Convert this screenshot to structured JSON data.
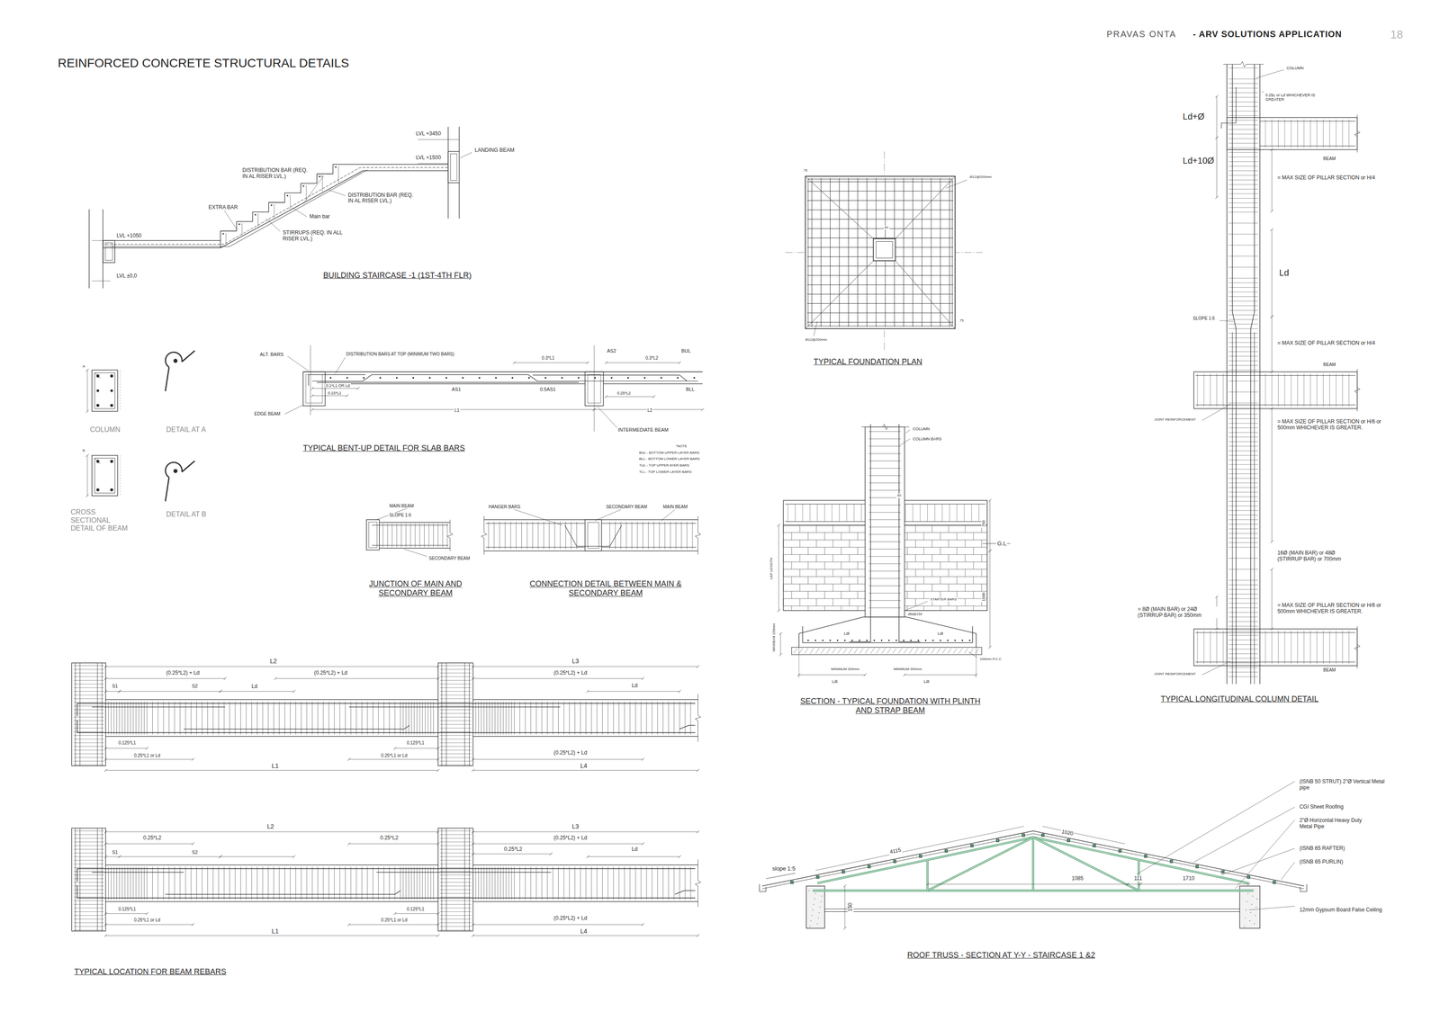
{
  "diagram": {
    "title": "REINFORCED CONCRETE STRUCTURAL DETAILS",
    "labels": [
      "PRAVAS ONTA",
      "- ARV SOLUTIONS APPLICATION",
      "18",
      "LVL +3450",
      "LANDING BEAM",
      "LVL +1500",
      "DISTRIBUTION BAR (REQ. IN AL RISER LVL.)",
      "DISTRIBUTION BAR (REQ. IN AL RISER LVL.)",
      "EXTRA BAR",
      "Main bar",
      "STIRRUPS (REQ. IN ALL RISER LVL.)",
      "LVL +1050",
      "LVL ±0,0",
      "BUILDING STAIRCASE -1 (1ST-4TH FLR)",
      "A",
      "COLUMN",
      "DETAIL AT A",
      "B",
      "CROSS SECTIONAL DETAIL OF BEAM",
      "DETAIL AT B",
      "ALT. BARS",
      "DISTRIBUTION BARS AT TOP (MINIMUM TWO BARS)",
      "0.3*L1",
      "AS2",
      "0.3*L2",
      "BUL",
      "0.1*L1 OR Ld",
      "0.15*L1",
      "AS1",
      "0.5AS1",
      "0.25*L2",
      "BLL",
      "EDGE BEAM",
      "L1",
      "L2",
      "INTERMEDIATE BEAM",
      "TYPICAL BENT-UP DETAIL FOR SLAB BARS",
      "*NOTE",
      "BUL - BOTTOM UPPER LAYER BARS",
      "BLL - BOTTOM LOWER LAYER BARS",
      "TUL - TOP UPPER AYER BARS",
      "TLL - TOP LOWER LAYER BARS",
      "MAIN BEAM",
      "SLOPE 1:6",
      "SECONDARY BEAM",
      "JUNCTION OF MAIN AND SECONDARY BEAM",
      "HANGER BARS",
      "SECONDARY BEAM",
      "MAIN BEAM",
      "CONNECTION DETAIL BETWEEN MAIN & SECONDARY BEAM",
      "L2",
      "L3",
      "(0.25*L2) + Ld",
      "(0.25*L2) + Ld",
      "(0.25*L2) + Ld",
      "S1",
      "S2",
      "Ld",
      "Ld",
      "0.125*L1",
      "0.125*L1",
      "0.25*L1 or Ld",
      "0.25*L1 or Ld",
      "(0.25*L2) + Ld",
      "L1",
      "L4",
      "L2",
      "L3",
      "0.25*L2",
      "0.25*L2",
      "(0.25*L2) + Ld",
      "S1",
      "S2",
      "0.25*L2",
      "Ld",
      "0.125*L1",
      "0.125*L1",
      "0.25*L1 or Ld",
      "0.25*L1 or Ld",
      "(0.25*L2) + Ld",
      "L1",
      "L4",
      "TYPICAL LOCATION FOR BEAM REBARS",
      "75",
      "Ø12@200mm",
      "40",
      "75",
      "Ø12@200mm",
      "TYPICAL FOUNDATION PLAN",
      "COLUMN",
      "COLUMN BARS",
      "40",
      "750",
      "G.L",
      "LAP LENGTH",
      "1500",
      "STARTER BARS",
      "Ø8@150",
      "MINIMUM 150mm",
      "Ldt",
      "Ldt",
      "100mm P.C.C",
      "MINIMUM 300mm",
      "MINIMUM 300mm",
      "Ldt",
      "Ldt",
      "SECTION - TYPICAL FOUNDATION WITH PLINTH AND STRAP BEAM",
      "COLUMN",
      "0.25L or Ld WHICHEVER IS GREATER",
      "Ld+Ø",
      "BEAM",
      "Ld+10Ø",
      "= MAX SIZE OF PILLAR SECTION or H/4",
      "Ld",
      "SLOPE 1:6",
      "= MAX SIZE OF PILLAR SECTION or H/4",
      "BEAM",
      "JOINT REINFORCEMENT",
      "= MAX SIZE OF PILLAR SECTION or H/6 or 500mm WHICHEVER IS GREATER.",
      "16Ø (MAIN BAR) or 48Ø (STIRRUP BAR) or 700mm",
      "= MAX SIZE OF PILLAR SECTION or H/6 or 500mm WHICHEVER IS GREATER.",
      "= 8Ø (MAIN BAR) or 24Ø (STIRRUP BAR) or 350mm",
      "BEAM",
      "JOINT REINFORCEMENT",
      "TYPICAL LONGITUDINAL COLUMN DETAIL",
      "(ISNB 50 STRUT) 2\"Ø Vertical Metal pipe",
      "CGI Sheet Roofing",
      "2\"Ø Horizontal Heavy Duty Metal Pipe",
      "(ISNB 65 RAFTER)",
      "(ISNB 65 PURLIN)",
      "12mm Gypsum Board False Ceiling",
      "slope 1:5",
      "4115",
      "1020",
      "1085",
      "111",
      "1710",
      "150",
      "ROOF TRUSS - SECTION AT Y-Y -  STAIRCASE 1 &2"
    ]
  }
}
